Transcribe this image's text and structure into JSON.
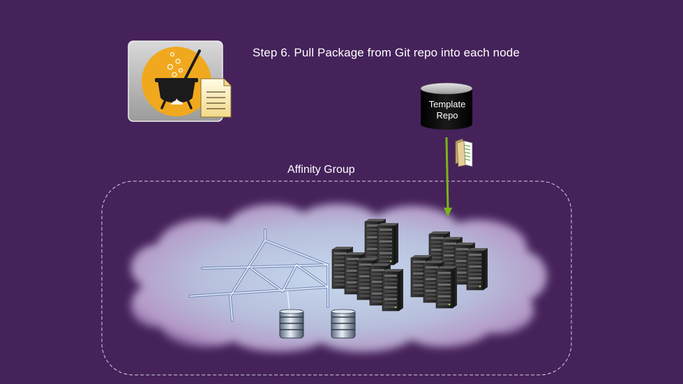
{
  "slide": {
    "title": "Step 6.  Pull Package from Git repo into each node",
    "affinity_group_label": "Affinity Group",
    "repo": {
      "line1": "Template",
      "line2": "Repo"
    }
  },
  "colors": {
    "background": "#45225a",
    "arrow": "#7cb518",
    "chef_badge": "#f0a91e",
    "group_border": "#d9cfe3"
  },
  "icons": {
    "chef": "chef-cookbook-icon",
    "repo": "database-cylinder-icon",
    "package": "package-folder-icon",
    "servers": "server-rack-icon",
    "storage": "storage-disk-icon",
    "network": "network-mesh-icon"
  }
}
